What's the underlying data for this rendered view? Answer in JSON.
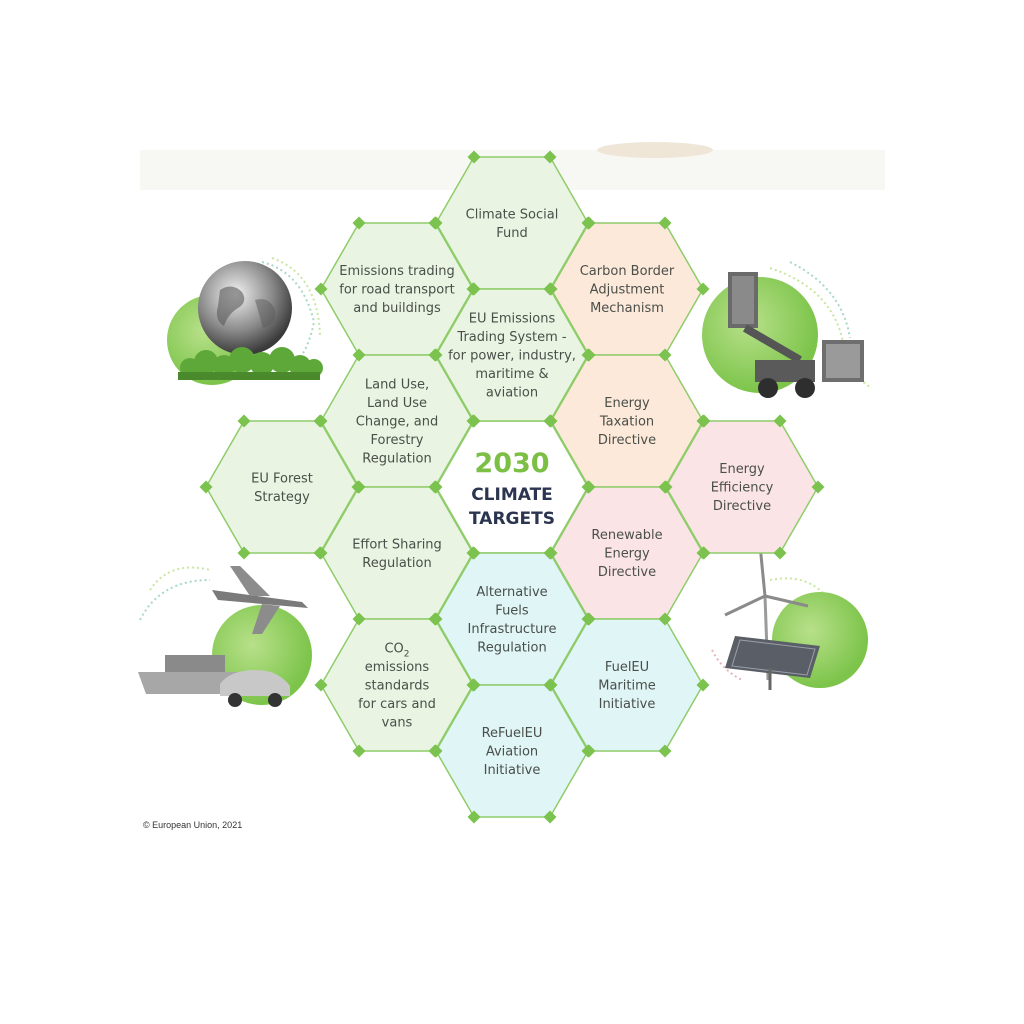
{
  "diagram": {
    "center": {
      "year": "2030",
      "line1": "CLIMATE",
      "line2": "TARGETS"
    },
    "cells": [
      {
        "id": "climate-social-fund",
        "lines": [
          "Climate Social",
          "Fund"
        ],
        "fill": "#e9f4e2"
      },
      {
        "id": "emissions-trading-road",
        "lines": [
          "Emissions trading",
          "for road transport",
          "and buildings"
        ],
        "fill": "#e9f4e2"
      },
      {
        "id": "cbam",
        "lines": [
          "Carbon Border",
          "Adjustment",
          "Mechanism"
        ],
        "fill": "#fde9d9"
      },
      {
        "id": "eu-ets",
        "lines": [
          "EU Emissions",
          "Trading System -",
          "for power, industry,",
          "maritime &",
          "aviation"
        ],
        "fill": "#e9f4e2"
      },
      {
        "id": "lulucf",
        "lines": [
          "Land Use,",
          "Land Use",
          "Change, and",
          "Forestry",
          "Regulation"
        ],
        "fill": "#e9f4e2"
      },
      {
        "id": "energy-taxation",
        "lines": [
          "Energy",
          "Taxation",
          "Directive"
        ],
        "fill": "#fde9d9"
      },
      {
        "id": "eu-forest-strategy",
        "lines": [
          "EU Forest",
          "Strategy"
        ],
        "fill": "#e9f4e2"
      },
      {
        "id": "energy-efficiency",
        "lines": [
          "Energy",
          "Efficiency",
          "Directive"
        ],
        "fill": "#fbe4e6"
      },
      {
        "id": "effort-sharing",
        "lines": [
          "Effort Sharing",
          "Regulation"
        ],
        "fill": "#e9f4e2"
      },
      {
        "id": "renewable-energy",
        "lines": [
          "Renewable",
          "Energy",
          "Directive"
        ],
        "fill": "#fbe4e6"
      },
      {
        "id": "afir",
        "lines": [
          "Alternative",
          "Fuels",
          "Infrastructure",
          "Regulation"
        ],
        "fill": "#e0f5f6"
      },
      {
        "id": "co2-standards",
        "lines": [
          "CO2",
          "emissions",
          "standards",
          "for cars and",
          "vans"
        ],
        "fill": "#e9f4e2"
      },
      {
        "id": "fueleu-maritime",
        "lines": [
          "FuelEU",
          "Maritime",
          "Initiative"
        ],
        "fill": "#e0f5f6"
      },
      {
        "id": "refueleu-aviation",
        "lines": [
          "ReFuelEU",
          "Aviation",
          "Initiative"
        ],
        "fill": "#e0f5f6"
      }
    ]
  },
  "illustrations": {
    "top_left": "earth-forest-icon",
    "top_right": "container-crane-icon",
    "bottom_left": "plane-ship-car-icon",
    "bottom_right": "wind-solar-icon"
  },
  "colors": {
    "hex_stroke": "#8fcc6a",
    "node": "#7bc24f",
    "accent_green": "#7bbf45",
    "navy": "#2b3550",
    "leaf_green": "#9ed36a"
  },
  "footer": {
    "copyright": "© European Union, 2021"
  }
}
